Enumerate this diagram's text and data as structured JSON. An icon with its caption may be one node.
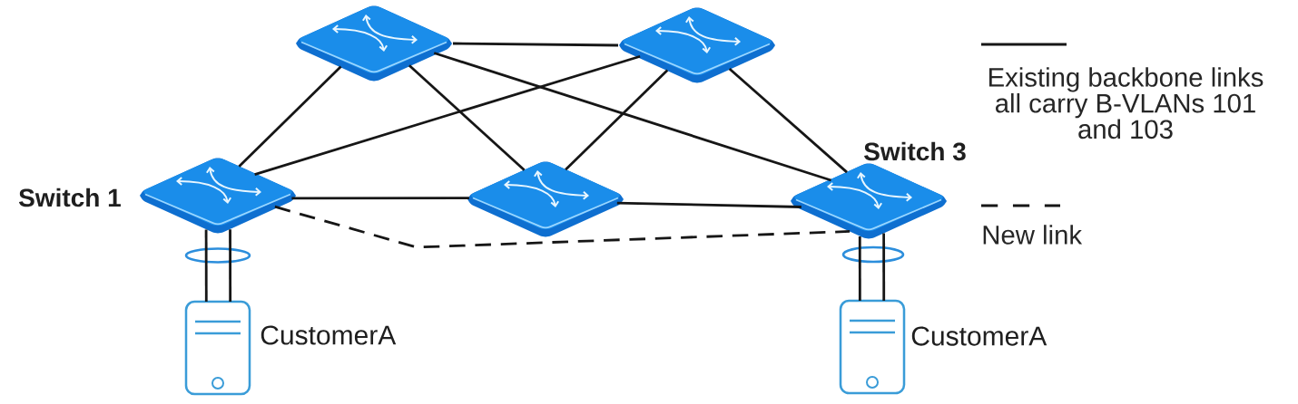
{
  "diagram": {
    "nodes": [
      {
        "text": [],
        "shape": "picture"
      },
      {
        "text": [],
        "shape": "picture"
      },
      {
        "text": [],
        "shape": "picture",
        "beside": [
          "Switch 1"
        ]
      },
      {
        "text": [],
        "shape": "picture"
      },
      {
        "text": [],
        "shape": "picture",
        "beside": [
          "Switch 3"
        ]
      },
      {
        "text": [],
        "shape": "picture",
        "beside": [
          "CustomerA"
        ]
      },
      {
        "text": [],
        "shape": "picture",
        "beside": [
          "CustomerA"
        ]
      }
    ],
    "edges": [
      {
        "from": 0,
        "to": 1,
        "arrow": "none"
      },
      {
        "from": 0,
        "to": 2,
        "arrow": "none"
      },
      {
        "from": 0,
        "to": 3,
        "arrow": "none"
      },
      {
        "from": 0,
        "to": 4,
        "arrow": "none"
      },
      {
        "from": 1,
        "to": 2,
        "arrow": "none"
      },
      {
        "from": 1,
        "to": 3,
        "arrow": "none"
      },
      {
        "from": 1,
        "to": 4,
        "arrow": "none"
      },
      {
        "from": 2,
        "to": 3,
        "arrow": "none"
      },
      {
        "from": 3,
        "to": 4,
        "arrow": "none"
      },
      {
        "from": 2,
        "to": 4,
        "arrow": "none",
        "style": "dashed"
      },
      {
        "from": 2,
        "to": 5,
        "arrow": "none"
      },
      {
        "from": 2,
        "to": 5,
        "arrow": "none"
      },
      {
        "from": 4,
        "to": 6,
        "arrow": "none"
      },
      {
        "from": 4,
        "to": 6,
        "arrow": "none"
      }
    ],
    "legend": [
      {
        "text": "Existing backbone links all carry B-VLANs 101 and 103"
      },
      {
        "text": "New link"
      }
    ]
  }
}
